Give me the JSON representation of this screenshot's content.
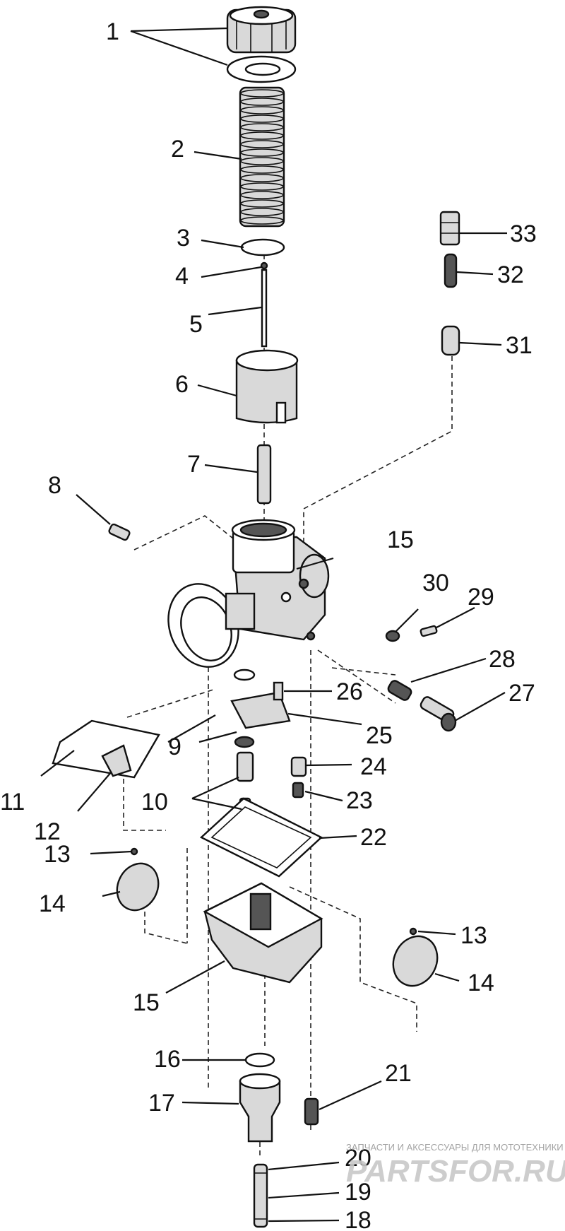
{
  "diagram": {
    "labels": [
      {
        "id": "1",
        "text": "1"
      },
      {
        "id": "2",
        "text": "2"
      },
      {
        "id": "3",
        "text": "3"
      },
      {
        "id": "4",
        "text": "4"
      },
      {
        "id": "5",
        "text": "5"
      },
      {
        "id": "6",
        "text": "6"
      },
      {
        "id": "7",
        "text": "7"
      },
      {
        "id": "8",
        "text": "8"
      },
      {
        "id": "9",
        "text": "9"
      },
      {
        "id": "10",
        "text": "10"
      },
      {
        "id": "11",
        "text": "11"
      },
      {
        "id": "12",
        "text": "12"
      },
      {
        "id": "13a",
        "text": "13"
      },
      {
        "id": "13b",
        "text": "13"
      },
      {
        "id": "14a",
        "text": "14"
      },
      {
        "id": "14b",
        "text": "14"
      },
      {
        "id": "15a",
        "text": "15"
      },
      {
        "id": "15b",
        "text": "15"
      },
      {
        "id": "16",
        "text": "16"
      },
      {
        "id": "17",
        "text": "17"
      },
      {
        "id": "18",
        "text": "18"
      },
      {
        "id": "19",
        "text": "19"
      },
      {
        "id": "20",
        "text": "20"
      },
      {
        "id": "21",
        "text": "21"
      },
      {
        "id": "22",
        "text": "22"
      },
      {
        "id": "23",
        "text": "23"
      },
      {
        "id": "24",
        "text": "24"
      },
      {
        "id": "25",
        "text": "25"
      },
      {
        "id": "26",
        "text": "26"
      },
      {
        "id": "27",
        "text": "27"
      },
      {
        "id": "28",
        "text": "28"
      },
      {
        "id": "29",
        "text": "29"
      },
      {
        "id": "30",
        "text": "30"
      },
      {
        "id": "31",
        "text": "31"
      },
      {
        "id": "32",
        "text": "32"
      },
      {
        "id": "33",
        "text": "33"
      }
    ]
  },
  "watermark": {
    "caption": "ЗАПЧАСТИ И АКСЕССУАРЫ ДЛЯ МОТОТЕХНИКИ",
    "logo": "PARTSFOR.RU"
  }
}
